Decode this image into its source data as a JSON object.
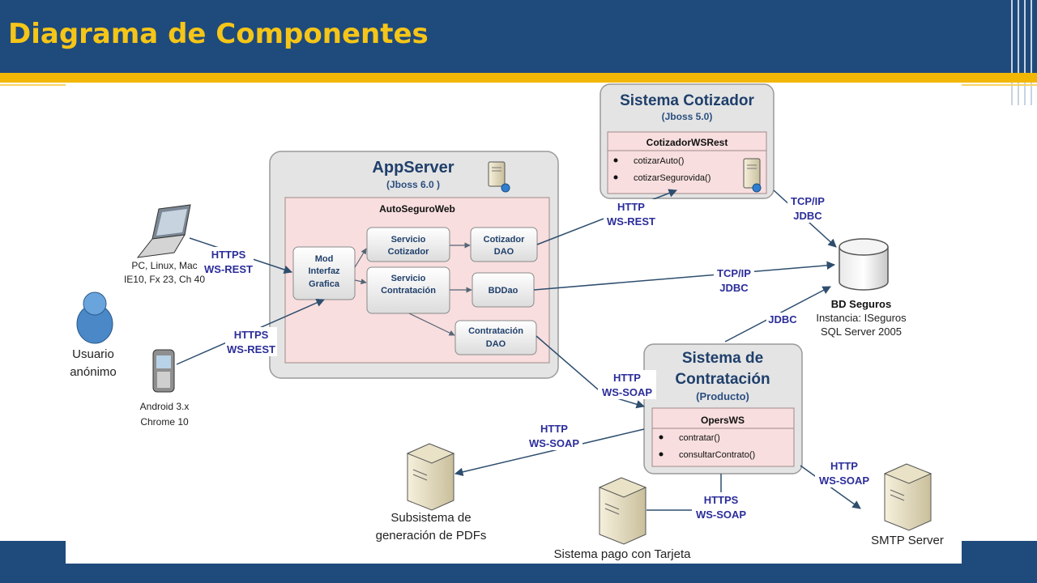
{
  "slide": {
    "title": "Diagrama de Componentes"
  },
  "appserver": {
    "title": "AppServer",
    "subtitle": "(Jboss 6.0 )",
    "module": "AutoSeguroWeb",
    "mod_line1": "Mod",
    "mod_line2": "Interfaz",
    "mod_line3": "Grafica",
    "svc_cot_line1": "Servicio",
    "svc_cot_line2": "Cotizador",
    "svc_con_line1": "Servicio",
    "svc_con_line2": "Contratación",
    "dao_cot_line1": "Cotizador",
    "dao_cot_line2": "DAO",
    "bddao": "BDDao",
    "dao_con_line1": "Contratación",
    "dao_con_line2": "DAO"
  },
  "cotizador": {
    "title": "Sistema Cotizador",
    "subtitle": "(Jboss 5.0)",
    "service": "CotizadorWSRest",
    "methods": [
      "cotizarAuto()",
      "cotizarSegurovida()"
    ]
  },
  "contratacion": {
    "title_line1": "Sistema de",
    "title_line2": "Contratación",
    "subtitle": "(Producto)",
    "service": "OpersWS",
    "methods": [
      "contratar()",
      "consultarContrato()"
    ]
  },
  "database": {
    "name": "BD Seguros",
    "instance": "Instancia: ISeguros",
    "engine": "SQL Server 2005"
  },
  "actors": {
    "pc_line1": "PC, Linux, Mac",
    "pc_line2": "IE10, Fx 23, Ch 40",
    "user_line1": "Usuario",
    "user_line2": "anónimo",
    "android_line1": "Android 3.x",
    "android_line2": "Chrome 10"
  },
  "externals": {
    "pdf_line1": "Subsistema de",
    "pdf_line2": "generación de PDFs",
    "payment": "Sistema pago con Tarjeta",
    "smtp": "SMTP Server"
  },
  "protocols": {
    "pc_l1": "HTTPS",
    "pc_l2": "WS-REST",
    "android_l1": "HTTPS",
    "android_l2": "WS-REST",
    "cot_l1": "HTTP",
    "cot_l2": "WS-REST",
    "cot_db_l1": "TCP/IP",
    "cot_db_l2": "JDBC",
    "bddao_l1": "TCP/IP",
    "bddao_l2": "JDBC",
    "con_db": "JDBC",
    "dao_con_l1": "HTTP",
    "dao_con_l2": "WS-SOAP",
    "pdf_l1": "HTTP",
    "pdf_l2": "WS-SOAP",
    "pay_l1": "HTTPS",
    "pay_l2": "WS-SOAP",
    "smtp_l1": "HTTP",
    "smtp_l2": "WS-SOAP"
  },
  "colors": {
    "header": "#1f4a7c",
    "title": "#f5c518",
    "accent": "#f2b705",
    "protocol_text": "#2b2d9a",
    "arrow": "#2e4e6e",
    "module_fill": "#f8dede"
  }
}
